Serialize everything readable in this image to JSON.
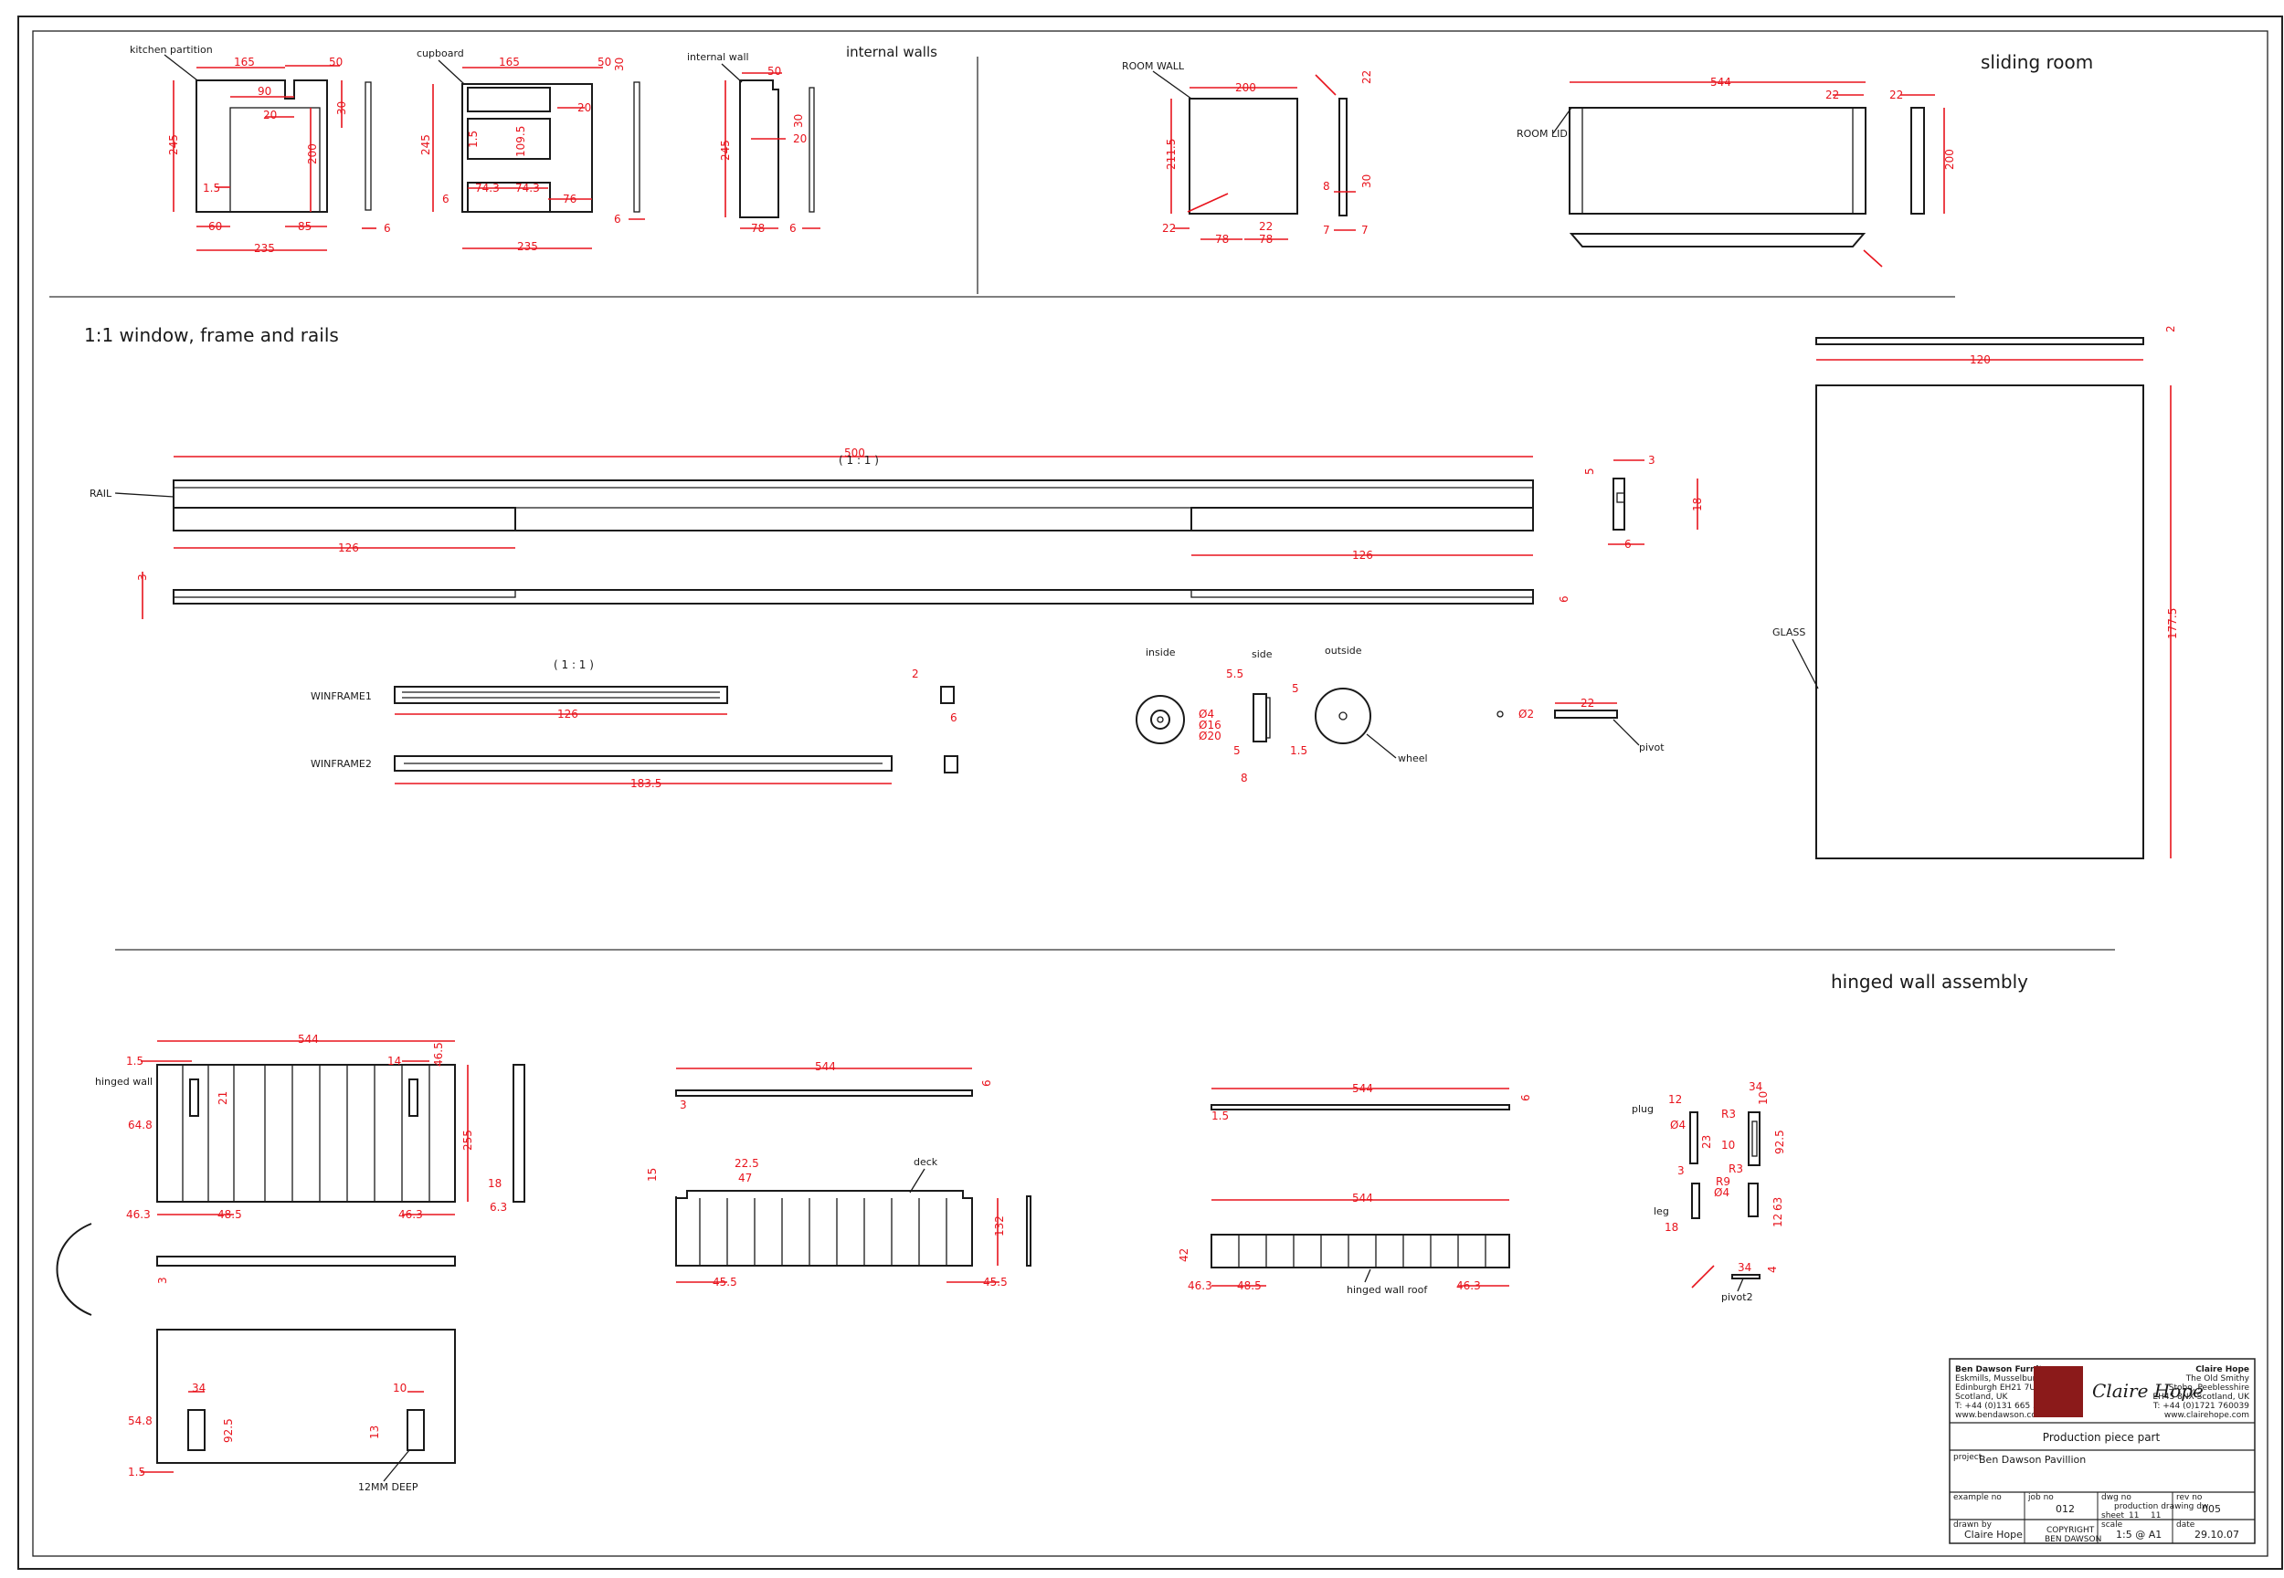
{
  "sections": {
    "internal_walls": "internal walls",
    "sliding_room": "sliding room",
    "window_frame_rails": "1:1 window, frame and rails",
    "hinged_wall_assembly": "hinged wall assembly"
  },
  "labels": {
    "kitchen_partition": "kitchen partition",
    "cupboard": "cupboard",
    "internal_wall": "internal wall",
    "room_wall": "ROOM WALL",
    "room_lid": "ROOM LID",
    "rail": "RAIL",
    "scale_1_1": "( 1 : 1 )",
    "winframe1": "WINFRAME1",
    "winframe2": "WINFRAME2",
    "inside": "inside",
    "side": "side",
    "outside": "outside",
    "wheel": "wheel",
    "pivot": "pivot",
    "glass": "GLASS",
    "hinged_wall": "hinged wall",
    "deck": "deck",
    "hinged_wall_roof": "hinged wall roof",
    "plug": "plug",
    "leg": "leg",
    "pivot2": "pivot2",
    "deep_12mm": "12MM DEEP"
  },
  "dims": {
    "kp_165": "165",
    "kp_50": "50",
    "kp_90": "90",
    "kp_20": "20",
    "kp_30": "30",
    "kp_245": "245",
    "kp_200": "200",
    "kp_1_5": "1.5",
    "kp_60": "60",
    "kp_85": "85",
    "kp_235": "235",
    "kp_6": "6",
    "cb_165": "165",
    "cb_50": "50",
    "cb_30": "30",
    "cb_20": "20",
    "cb_245": "245",
    "cb_1_5": "1.5",
    "cb_109_5": "109.5",
    "cb_74_3a": "74.3",
    "cb_74_3b": "74.3",
    "cb_76": "76",
    "cb_6": "6",
    "cb_235": "235",
    "cb_6b": "6",
    "iw_50": "50",
    "iw_20": "20",
    "iw_30": "30",
    "iw_245": "245",
    "iw_78": "78",
    "iw_6": "6",
    "rw_200": "200",
    "rw_211_5": "211.5",
    "rw_22": "22",
    "rw_78a": "78",
    "rw_22b": "22",
    "rw_78b": "78",
    "rw_8": "8",
    "rw_7a": "7",
    "rw_7b": "7",
    "rw_30": "30",
    "rw_22c": "22",
    "rl_544": "544",
    "rl_22a": "22",
    "rl_22b": "22",
    "rl_200": "200",
    "rail_500": "500",
    "rail_126a": "126",
    "rail_126b": "126",
    "rail_3": "3",
    "rail_3b": "3",
    "rail_5": "5",
    "rail_18": "18",
    "rail_6a": "6",
    "rail_6b": "6",
    "wf1_126": "126",
    "wf2_183_5": "183.5",
    "wf_6": "6",
    "wf_2": "2",
    "wh_5_5": "5.5",
    "wh_5": "5",
    "wh_5b": "5",
    "wh_1_5": "1.5",
    "wh_8": "8",
    "wh_d4": "Ø4",
    "wh_d16": "Ø16",
    "wh_d20": "Ø20",
    "pv_d2": "Ø2",
    "pv_22": "22",
    "gl_120": "120",
    "gl_177_5": "177.5",
    "gl_2": "2",
    "hw_544": "544",
    "hw_1_5": "1.5",
    "hw_14": "14",
    "hw_46_5": "46.5",
    "hw_21": "21",
    "hw_64_8": "64.8",
    "hw_255": "255",
    "hw_46_3a": "46.3",
    "hw_48_5": "48.5",
    "hw_46_3b": "46.3",
    "hw_18": "18",
    "hw_6_3": "6.3",
    "hw_3": "3",
    "hb_34": "34",
    "hb_10": "10",
    "hb_54_8": "54.8",
    "hb_92_5": "92.5",
    "hb_13": "13",
    "hb_1_5": "1.5",
    "dk_544": "544",
    "dk_6": "6",
    "dk_3": "3",
    "dk_22_5": "22.5",
    "dk_47": "47",
    "dk_15": "15",
    "dk_132": "132",
    "dk_45_5a": "45.5",
    "dk_45_5b": "45.5",
    "rf_544": "544",
    "rf_6": "6",
    "rf_1_5": "1.5",
    "rf_544b": "544",
    "rf_42": "42",
    "rf_46_3a": "46.3",
    "rf_48_5": "48.5",
    "rf_46_3b": "46.3",
    "pg_12": "12",
    "pg_23": "23",
    "pg_d4": "Ø4",
    "pg_r3": "R3",
    "pg_10": "10",
    "pg_r3b": "R3",
    "pg_r9": "R9",
    "pg_d4b": "Ø4",
    "pg_3": "3",
    "pg_18": "18",
    "pg_34": "34",
    "pg_10b": "10",
    "pg_92_5": "92.5",
    "pg_63": "63",
    "pg_12b": "12",
    "pg_34b": "34",
    "pg_4": "4"
  },
  "title_block": {
    "company": "Ben Dawson Furniture",
    "address1": "Eskmills, Musselburgh",
    "address2": "Edinburgh EH21 7UQ",
    "address3": "Scotland, UK",
    "phone": "T: +44 (0)131 665 3986",
    "web": "www.bendawson.com",
    "designer": "Claire Hope",
    "d_address1": "The Old Smithy",
    "d_address2": "Stobo, Peeblesshire",
    "d_address3": "EH45 8NX Scotland, UK",
    "d_phone": "T: +44 (0)1721 760039",
    "d_web": "www.clairehope.com",
    "logo_text": "Claire Hope",
    "drawing_title": "Production piece part",
    "project_label": "project",
    "project": "Ben Dawson Pavillion",
    "sample_label": "example no",
    "job_label": "job no",
    "job_no": "012",
    "dwg_label": "dwg no",
    "dwg_desc": "production drawing dw",
    "sheet_label": "sheet",
    "sheet": "11",
    "sheet_of": "11",
    "rev_label": "rev no",
    "rev": "005",
    "drawn_label": "drawn by",
    "drawn_by": "Claire Hope",
    "copyright": "COPYRIGHT",
    "copyright2": "BEN DAWSON",
    "scale_label": "scale",
    "scale": "1:5 @ A1",
    "date_label": "date",
    "date": "29.10.07"
  },
  "colors": {
    "dimension": "#e8141d",
    "linework": "#1a1a1a",
    "logo_fill": "#8b1a1a"
  }
}
